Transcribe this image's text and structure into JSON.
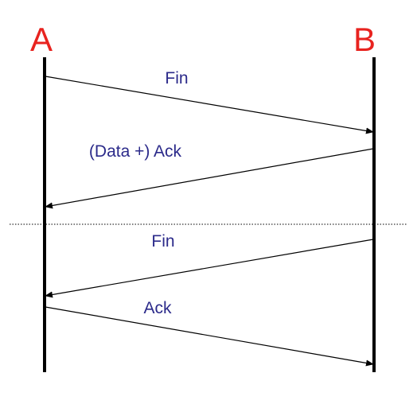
{
  "nodes": {
    "a": {
      "label": "A"
    },
    "b": {
      "label": "B"
    }
  },
  "messages": [
    {
      "label": "Fin",
      "from": "A",
      "to": "B"
    },
    {
      "label": "(Data +) Ack",
      "from": "B",
      "to": "A"
    },
    {
      "label": "Fin",
      "from": "B",
      "to": "A"
    },
    {
      "label": "Ack",
      "from": "A",
      "to": "B"
    }
  ],
  "colors": {
    "node_label": "#e8231f",
    "message_label": "#2b2a8a",
    "lines": "#000000"
  }
}
